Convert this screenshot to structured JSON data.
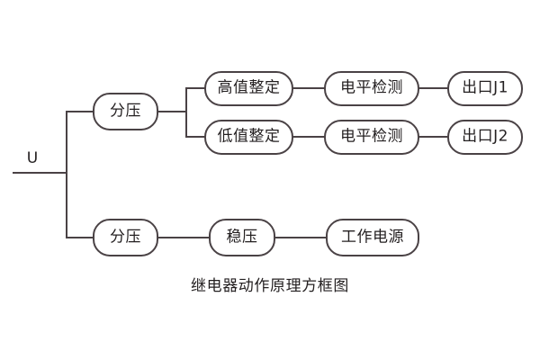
{
  "diagram": {
    "caption": "继电器动作原理方框图",
    "input": {
      "label": "U",
      "name": "input-voltage"
    },
    "stroke_color": "#4a4245",
    "text_color": "#231f20",
    "background_color": "#ffffff",
    "nodes": {
      "divider_top": "分压",
      "high_setting": "高值整定",
      "low_setting": "低值整定",
      "level_detect_high": "电平检测",
      "level_detect_low": "电平检测",
      "output_j1": "出口J1",
      "output_j2": "出口J2",
      "divider_bottom": "分压",
      "regulator": "稳压",
      "working_power": "工作电源"
    }
  }
}
